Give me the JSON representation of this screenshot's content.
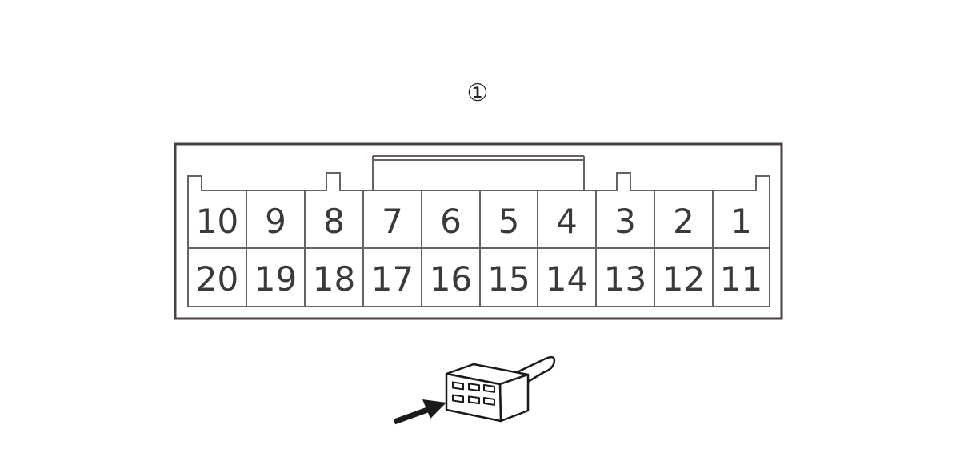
{
  "connector": {
    "callout": "①",
    "pins_top": [
      "10",
      "9",
      "8",
      "7",
      "6",
      "5",
      "4",
      "3",
      "2",
      "1"
    ],
    "pins_bottom": [
      "20",
      "19",
      "18",
      "17",
      "16",
      "15",
      "14",
      "13",
      "12",
      "11"
    ]
  },
  "icons": {
    "connector_plug": "connector-plug-icon",
    "insertion_arrow": "insertion-arrow-icon"
  },
  "colors": {
    "outline": "#4a4242",
    "text": "#3a3a3a"
  }
}
